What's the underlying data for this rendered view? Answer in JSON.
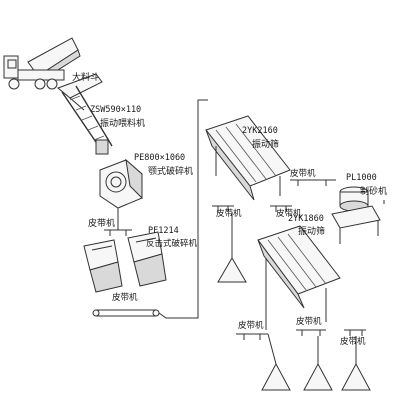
{
  "labels": {
    "hopper": "大料斗",
    "feeder_model": "ZSW590×110",
    "feeder_name": "振动喂料机",
    "jaw_model": "PE800×1060",
    "jaw_name": "颚式破碎机",
    "belt_1": "皮带机",
    "impact_model": "PF1214",
    "impact_name": "反击式破碎机",
    "belt_under_impact": "皮带机",
    "screen1_model": "2YK2160",
    "screen1_name": "振动筛",
    "belt_screen1_left": "皮带机",
    "belt_screen1_right": "皮带机",
    "sand_model": "PL1000",
    "sand_name": "制砂机",
    "belt_sand": "皮带机",
    "screen2_model": "2YK1860",
    "screen2_name": "振动筛",
    "belt_out_1": "皮带机",
    "belt_out_2": "皮带机",
    "belt_out_3": "皮带机"
  },
  "colors": {
    "line": "#333333",
    "text": "#1a1a1a",
    "equipment_fill": "#f7f7f7",
    "shade_fill": "#d9d9d9"
  }
}
